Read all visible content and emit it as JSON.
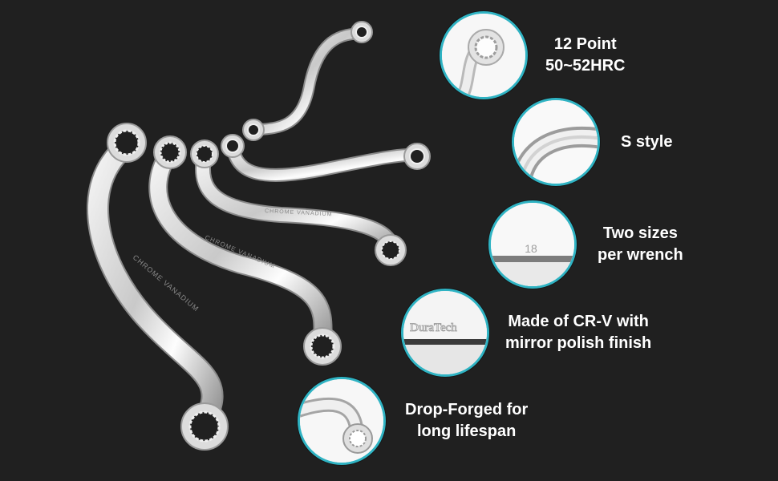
{
  "features": [
    {
      "icon": "twelve-point-closeup-icon",
      "lines": [
        "12 Point",
        "50~52HRC"
      ]
    },
    {
      "icon": "s-curve-closeup-icon",
      "lines": [
        "S style"
      ]
    },
    {
      "icon": "size-marking-closeup-icon",
      "lines": [
        "Two sizes",
        "per wrench"
      ],
      "marking": "18"
    },
    {
      "icon": "brand-logo-closeup-icon",
      "lines": [
        "Made of CR-V with",
        "mirror polish finish"
      ],
      "marking": "DuraTech"
    },
    {
      "icon": "drop-forged-closeup-icon",
      "lines": [
        "Drop-Forged for",
        "long lifespan"
      ]
    }
  ],
  "wrench_stamp": "CHROME VANADIUM",
  "colors": {
    "accent": "#2fb3c3",
    "background": "#202020",
    "text": "#ffffff"
  }
}
